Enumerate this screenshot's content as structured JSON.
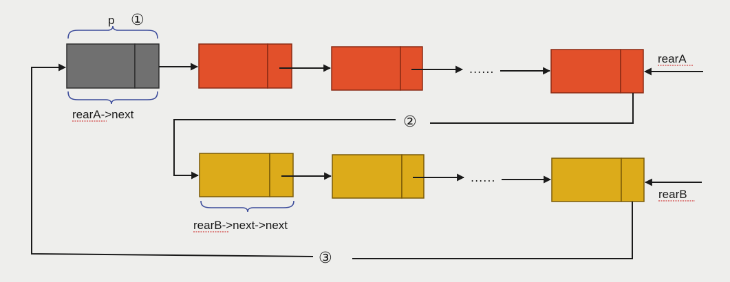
{
  "labels": {
    "p": "p",
    "rearA_next": "rearA->next",
    "rearB_next_next": "rearB->next->next",
    "rearA": "rearA",
    "rearB": "rearB"
  },
  "steps": {
    "one": "①",
    "two": "②",
    "three": "③"
  },
  "ellipsis": "......",
  "colors": {
    "head_node": "#707070",
    "list_a_node": "#e2502a",
    "list_b_node": "#dcab1a",
    "brace": "#3a4a9a",
    "line": "#1a1a1a",
    "underline": "#d04040"
  }
}
